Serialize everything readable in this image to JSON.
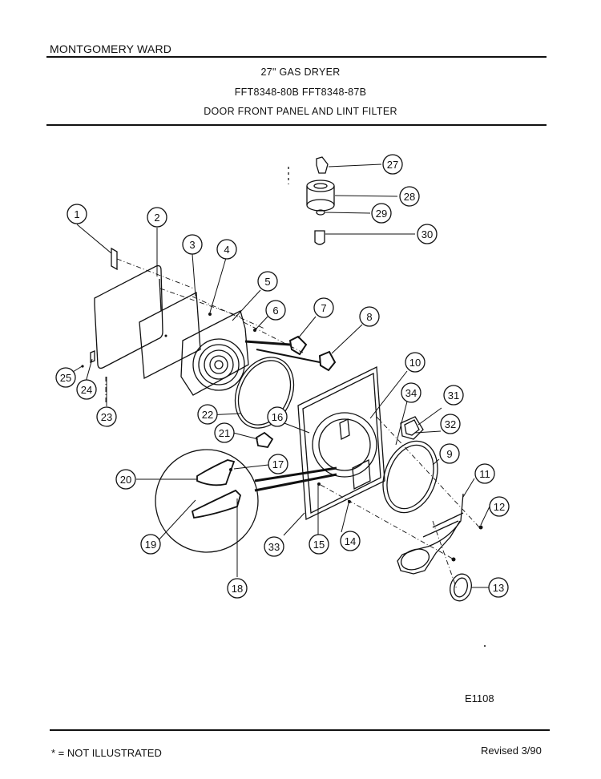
{
  "header": {
    "brand": "MONTGOMERY WARD",
    "line1": "27\" GAS DRYER",
    "line2": "FFT8348-80B  FFT8348-87B",
    "line3": "DOOR FRONT PANEL AND LINT FILTER"
  },
  "diagram": {
    "callouts": [
      "1",
      "2",
      "3",
      "4",
      "5",
      "6",
      "7",
      "8",
      "9",
      "10",
      "11",
      "12",
      "13",
      "14",
      "15",
      "16",
      "17",
      "18",
      "19",
      "20",
      "21",
      "22",
      "23",
      "24",
      "25",
      "27",
      "28",
      "29",
      "30",
      "31",
      "32",
      "33",
      "34"
    ]
  },
  "figure_code": "E1108",
  "footer": {
    "note": "* = NOT ILLUSTRATED",
    "revised": "Revised 3/90"
  }
}
